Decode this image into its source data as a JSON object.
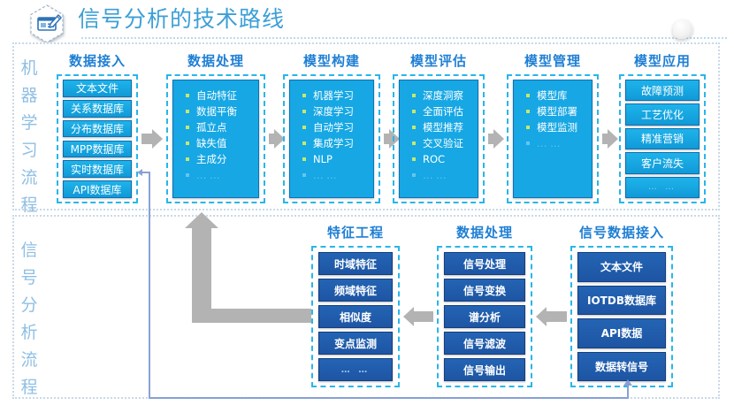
{
  "header": {
    "title": "信号分析的技术路线",
    "icon": "document-edit-icon",
    "accent_color": "#3d9fd6"
  },
  "swimlanes": [
    {
      "id": "ml",
      "label": "机器学习流程"
    },
    {
      "id": "signal",
      "label": "信号分析流程"
    }
  ],
  "ml_flow": {
    "columns": [
      {
        "title": "数据接入",
        "style": "chips-light",
        "items": [
          "文本文件",
          "关系数据库",
          "分布数据库",
          "MPP数据库",
          "实时数据库",
          "API数据库"
        ]
      },
      {
        "title": "数据处理",
        "style": "bullets",
        "items": [
          "自动特征",
          "数据平衡",
          "孤立点",
          "缺失值",
          "主成分",
          "… …"
        ]
      },
      {
        "title": "模型构建",
        "style": "bullets",
        "items": [
          "机器学习",
          "深度学习",
          "自动学习",
          "集成学习",
          "NLP",
          "… …"
        ]
      },
      {
        "title": "模型评估",
        "style": "bullets",
        "items": [
          "深度洞察",
          "全面评估",
          "模型推荐",
          "交叉验证",
          "ROC",
          "… …"
        ]
      },
      {
        "title": "模型管理",
        "style": "bullets",
        "items": [
          "模型库",
          "模型部署",
          "模型监测",
          "… …"
        ]
      },
      {
        "title": "模型应用",
        "style": "chips-light",
        "items": [
          "故障预测",
          "工艺优化",
          "精准营销",
          "客户流失",
          "… …"
        ]
      }
    ]
  },
  "signal_flow": {
    "columns": [
      {
        "title": "特征工程",
        "style": "chips-dark",
        "items": [
          "时域特征",
          "频域特征",
          "相似度",
          "变点监测",
          "… …"
        ]
      },
      {
        "title": "数据处理",
        "style": "chips-dark",
        "items": [
          "信号处理",
          "信号变换",
          "谱分析",
          "信号滤波",
          "信号输出"
        ]
      },
      {
        "title": "信号数据接入",
        "style": "chips-dark",
        "items": [
          "文本文件",
          "IOTDB数据库",
          "API数据",
          "数据转信号"
        ]
      }
    ]
  },
  "connectors": {
    "ml_arrow": "arrow-right-gray",
    "signal_arrow": "arrow-left-gray",
    "feature_to_processing": "arrow-up-gray",
    "data_to_realtime": "line-blue-return"
  }
}
